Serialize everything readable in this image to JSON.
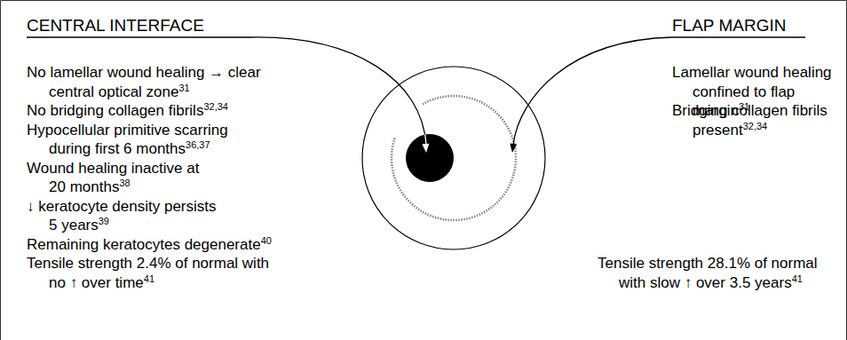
{
  "diagram": {
    "labels": [
      "CENTRAL INTERFACE",
      "No lamellar wound healing → clear central optical zone",
      "31",
      "No bridging collagen fibrils",
      "32,34",
      "Hypocellular primitive scarring during first 6 months",
      "36,37",
      "Wound healing inactive at 20 months",
      "38",
      "↓ keratocyte density persists 5 years",
      "39",
      "Remaining keratocytes degenerate",
      "40",
      "Tensile strength 2.4% of normal with no ↑ over time",
      "41",
      "FLAP MARGIN",
      "Lamellar wound healing confined to flap margin",
      "31",
      "Bridging collagen fibrils present",
      "32,34",
      "Tensile strength 28.1% of normal with slow ↑ over 3.5 years",
      "41"
    ]
  }
}
